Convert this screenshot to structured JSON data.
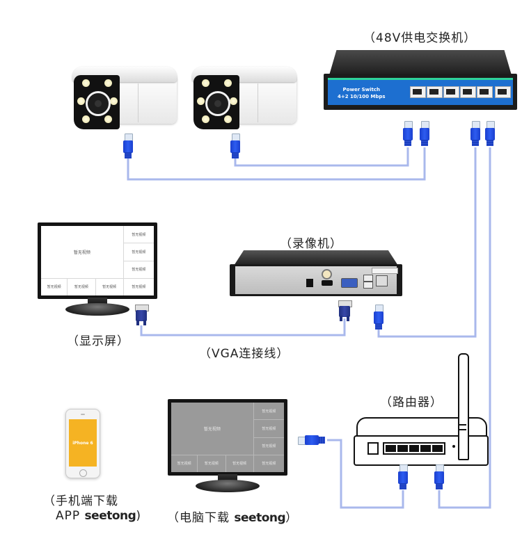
{
  "labels": {
    "switch": "（48V供电交换机）",
    "nvr": "（录像机）",
    "display": "（显示屏）",
    "vga_cable": "（VGA连接线）",
    "router": "（路由器）",
    "phone_line1": "（手机端下载",
    "phone_line2_prefix": "APP ",
    "phone_line2_app": "seetong",
    "phone_line2_suffix": ")",
    "pc_prefix": "（电脑下载 ",
    "pc_app": "seetong",
    "pc_suffix": "）"
  },
  "switch_panel": {
    "brand_line1": "Power Switch",
    "brand_line2": "4+2  10/100 Mbps",
    "poe_ports": 4,
    "uplink_ports": 2
  },
  "monitor_screen": {
    "main_cell": "暂无视频",
    "small_cell": "暂无视频",
    "small_cell_count": 7
  },
  "phone": {
    "screen_text": "iPhone 6",
    "screen_color": "#f5b323"
  },
  "colors": {
    "cable": "#a9b8ec",
    "plug": "#2d5cf0",
    "switch_panel": "#1d6fd0",
    "switch_stripe": "#2ed39a"
  }
}
